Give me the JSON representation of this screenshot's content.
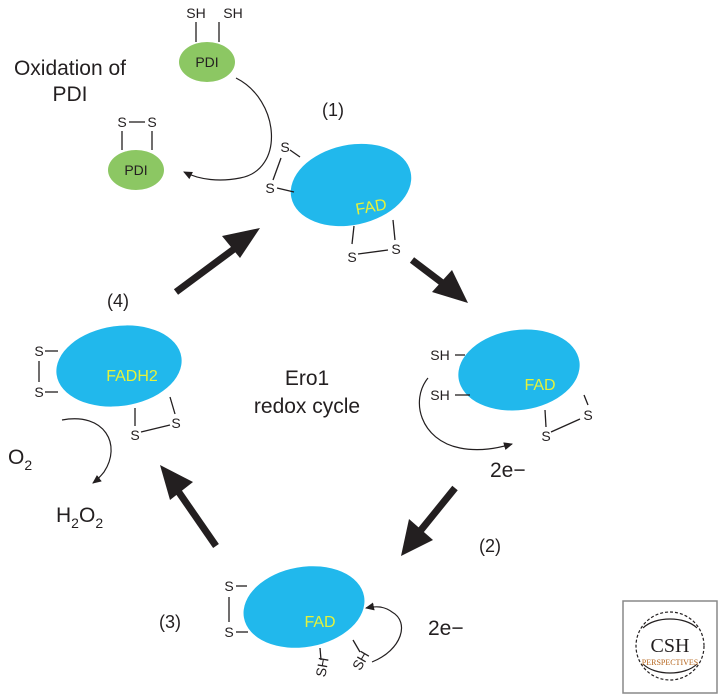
{
  "labels": {
    "oxidation_title_line1": "Oxidation of",
    "oxidation_title_line2": "PDI",
    "cycle_title_line1": "Ero1",
    "cycle_title_line2": "redox cycle",
    "step1": "(1)",
    "step2": "(2)",
    "step3": "(3)",
    "step4": "(4)",
    "two_e_right": "2e−",
    "two_e_bottom": "2e−",
    "o2": "O",
    "o2_sub": "2",
    "h2o2_h": "H",
    "h2o2_sub1": "2",
    "h2o2_o": "O",
    "h2o2_sub2": "2"
  },
  "pdi": {
    "reduced_label": "PDI",
    "oxidized_label": "PDI",
    "sh": "SH",
    "s": "S"
  },
  "enzymes": {
    "top": "FAD",
    "right": "FAD",
    "bottom": "FAD",
    "left": "FADH2"
  },
  "atoms": {
    "s": "S",
    "sh": "SH"
  },
  "logo": {
    "line1": "CSH",
    "line2": "PERSPECTIVES"
  },
  "colors": {
    "enzyme": "#21b8ec",
    "pdi": "#8cc763",
    "fad_text": "#e6f23a",
    "logo_text": "#b5651d"
  }
}
